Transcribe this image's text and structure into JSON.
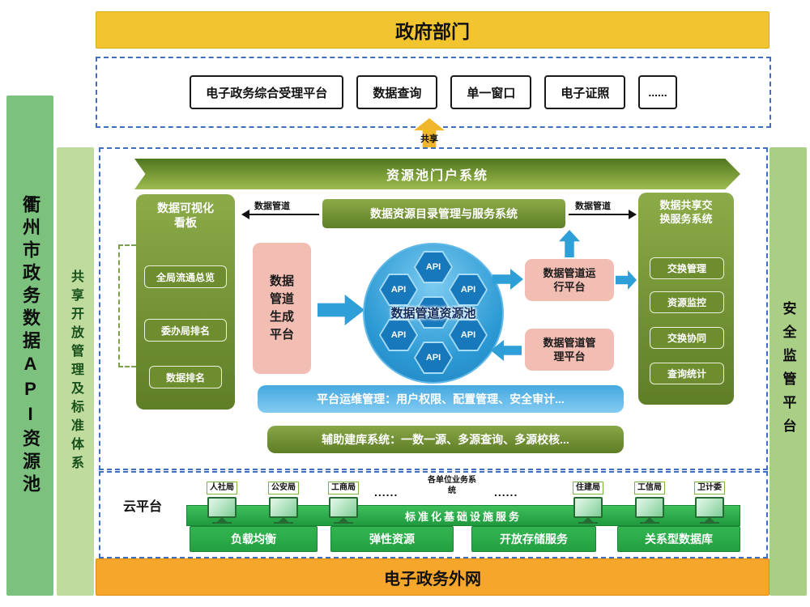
{
  "top": {
    "gov_banner": "政府部门",
    "share_label": "共享",
    "portals": [
      "电子政务综合受理平台",
      "数据查询",
      "单一窗口",
      "电子证照",
      "......"
    ]
  },
  "side": {
    "api_pool": "衢州市政务数据API资源池",
    "standards": "共享开放管理及标准体系",
    "security": "安全监管平台"
  },
  "main": {
    "portal_ribbon": "资源池门户系统",
    "catalog": "数据资源目录管理与服务系统",
    "pipe_left": "数据管道",
    "pipe_right": "数据管道",
    "dashboard": {
      "title": "数据可视化看板",
      "items": [
        "全局流通总览",
        "委办局排名",
        "数据排名"
      ]
    },
    "exchange": {
      "title": "数据共享交换服务系统",
      "items": [
        "交换管理",
        "资源监控",
        "交换协同",
        "查询统计"
      ]
    },
    "pipe_gen": "数据管道生成平台",
    "pool_label": "数据管道资源池",
    "api": "API",
    "pipe_run": "数据管道运行平台",
    "pipe_mgmt": "数据管道管理平台",
    "ops_bar": "平台运维管理：用户权限、配置管理、安全审计...",
    "aux_bar": "辅助建库系统：一数一源、多源查询、多源校核..."
  },
  "cloud": {
    "label": "云平台",
    "left_terminals": [
      "人社局",
      "公安局",
      "工商局"
    ],
    "dots_left": "......",
    "middle_label": "各单位业务系统",
    "dots_right": "......",
    "right_terminals": [
      "住建局",
      "工信局",
      "卫计委"
    ],
    "infra_bar": "标准化基础设施服务",
    "services": [
      "负载均衡",
      "弹性资源",
      "开放存储服务",
      "关系型数据库"
    ]
  },
  "bottom_banner": "电子政务外网",
  "colors": {
    "gold": "#F2C52F",
    "orange": "#F5A62B",
    "olive": "#6E8D2F",
    "pink": "#F2BDB3",
    "arrow_blue": "#2F9FD8",
    "infra_green": "#2EAD48",
    "sidebar_green": "#7CC27E"
  }
}
